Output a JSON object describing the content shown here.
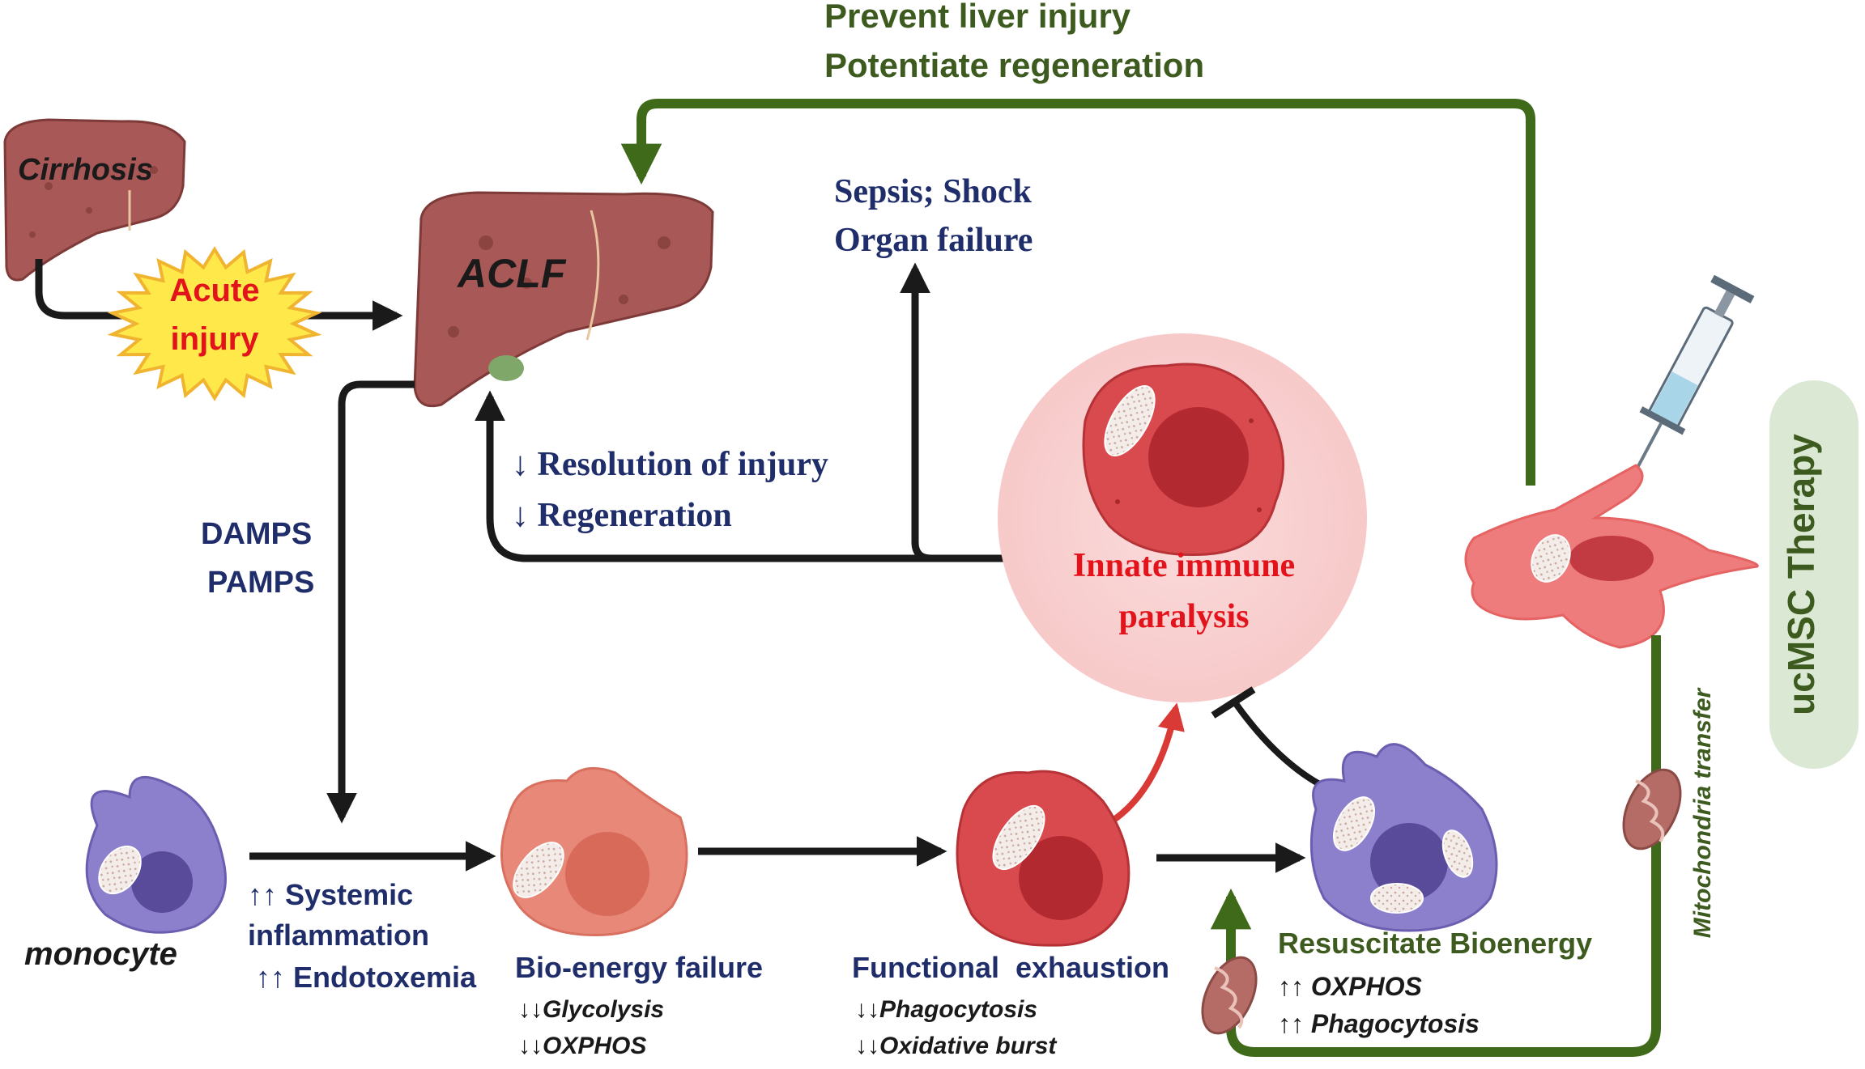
{
  "top_caption": {
    "line1": "Prevent liver injury",
    "line2": "Potentiate regeneration"
  },
  "labels": {
    "cirrhosis": "Cirrhosis",
    "acute_line1": "Acute",
    "acute_line2": "injury",
    "aclf": "ACLF",
    "sepsis_line1": "Sepsis; Shock",
    "sepsis_line2": "Organ failure",
    "resolution_line1": "↓ Resolution of injury",
    "resolution_line2": "↓ Regeneration",
    "damps": "DAMPS",
    "pamps": "PAMPS",
    "paralysis_line1": "Innate immune",
    "paralysis_line2": "paralysis",
    "therapy": "ucMSC Therapy",
    "mito_transfer": "Mitochondria transfer",
    "monocyte": "monocyte",
    "systemic_line1": "↑↑ Systemic",
    "systemic_line2": "inflammation",
    "systemic_line3": "↑↑ Endotoxemia",
    "bio_title": "Bio-energy failure",
    "bio_line1": "↓↓Glycolysis",
    "bio_line2": "↓↓OXPHOS",
    "func_title": "Functional  exhaustion",
    "func_line1": "↓↓Phagocytosis",
    "func_line2": "↓↓Oxidative burst",
    "res_title": "Resuscitate Bioenergy",
    "res_line1": "↑↑ OXPHOS",
    "res_line2": "↑↑ Phagocytosis"
  },
  "colors": {
    "green_text": "#3d5a1f",
    "green_arrow": "#3f6a1a",
    "navy": "#1f2d6b",
    "red_text": "#e3131b",
    "liver": "#a85856",
    "monocyte": "#8c7fcc",
    "red_cell": "#d94a4e",
    "salmon_cell": "#e88878"
  }
}
